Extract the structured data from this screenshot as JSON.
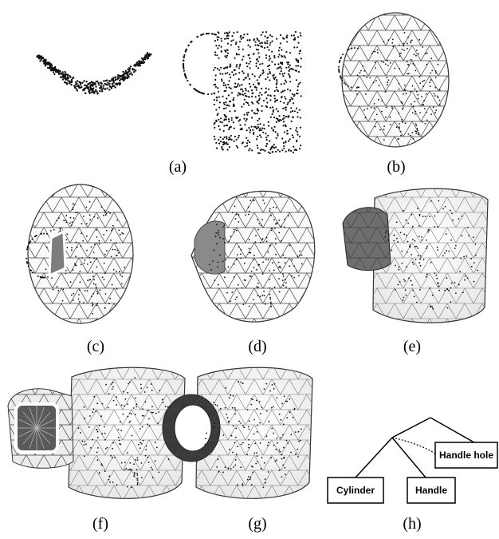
{
  "figure": {
    "panels": [
      {
        "id": "a",
        "caption": "(a)"
      },
      {
        "id": "b",
        "caption": "(b)"
      },
      {
        "id": "c",
        "caption": "(c)"
      },
      {
        "id": "d",
        "caption": "(d)"
      },
      {
        "id": "e",
        "caption": "(e)"
      },
      {
        "id": "f",
        "caption": "(f)"
      },
      {
        "id": "g",
        "caption": "(g)"
      },
      {
        "id": "h",
        "caption": "(h)"
      }
    ],
    "tree": {
      "nodes": [
        {
          "label": "Cylinder"
        },
        {
          "label": "Handle"
        },
        {
          "label": "Handle hole"
        }
      ]
    }
  }
}
